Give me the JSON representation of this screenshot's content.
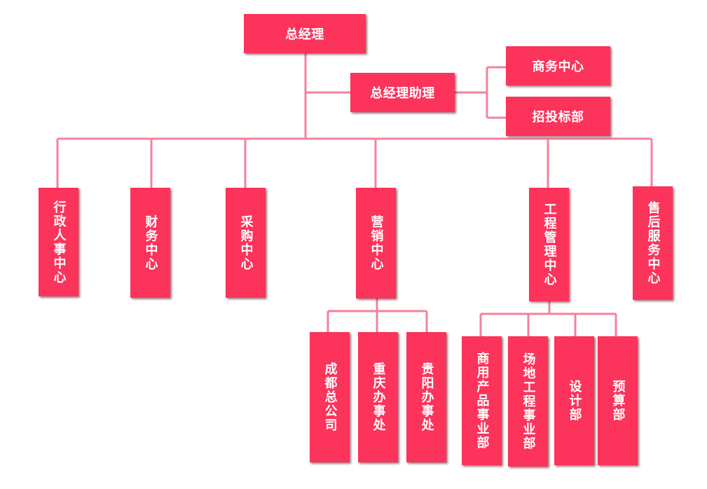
{
  "colors": {
    "box_fill": "#fc335a",
    "box_text": "#ffffff",
    "connector": "#f4829b",
    "background": "#ffffff"
  },
  "nodes": {
    "general_manager": "总经理",
    "gm_assistant": "总经理助理",
    "business_center": "商务中心",
    "bidding_department": "招投标部",
    "admin_hr_center": "行政人事中心",
    "finance_center": "财务中心",
    "procurement_center": "采购中心",
    "marketing_center": "营销中心",
    "engineering_center": "工程管理中心",
    "after_sales_center": "售后服务中心",
    "chengdu_company": "成都总公司",
    "chongqing_office": "重庆办事处",
    "guiyang_office": "贵阳办事处",
    "commercial_products_division": "商用产品事业部",
    "venue_engineering_division": "场地工程事业部",
    "design_department": "设计部",
    "budget_department": "预算部"
  }
}
